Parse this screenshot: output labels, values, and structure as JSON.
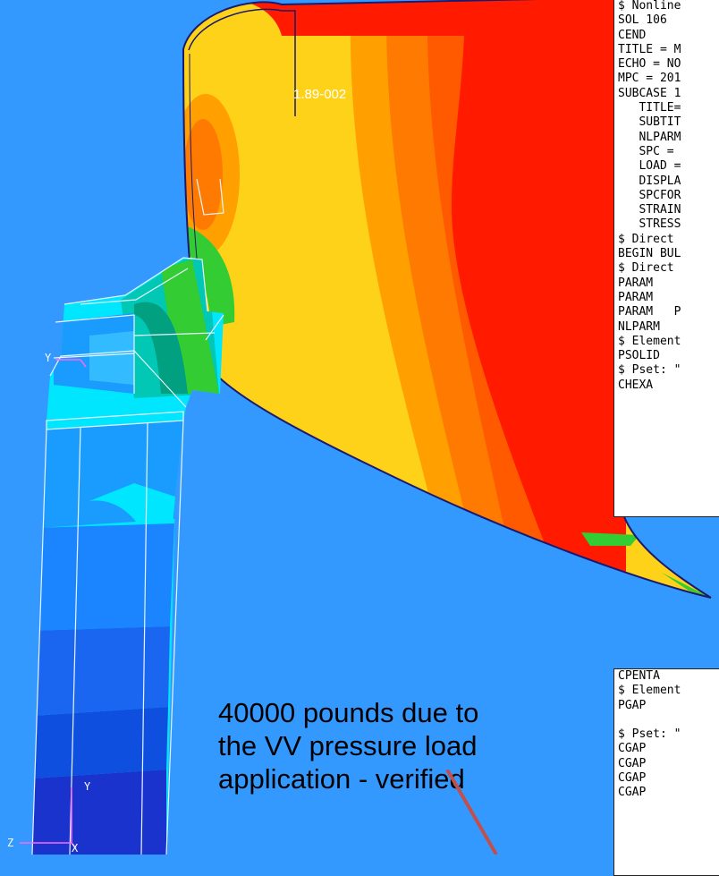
{
  "contour_label": "1.89-002",
  "annotation": {
    "lines": [
      "40000 pounds due to",
      "the VV pressure load",
      "application - verified"
    ]
  },
  "input_deck_top": {
    "lines": [
      "$ Nonline",
      "SOL 106",
      "CEND",
      "TITLE = M",
      "ECHO = NO",
      "MPC = 201",
      "SUBCASE 1",
      "   TITLE=",
      "   SUBTIT",
      "   NLPARM",
      "   SPC =",
      "   LOAD =",
      "   DISPLA",
      "   SPCFOR",
      "   STRAIN",
      "   STRESS",
      "$ Direct",
      "BEGIN BUL",
      "$ Direct",
      "PARAM",
      "PARAM",
      "PARAM   P",
      "NLPARM",
      "$ Element",
      "PSOLID",
      "$ Pset: \"",
      "CHEXA"
    ]
  },
  "input_deck_bottom": {
    "lines": [
      "CPENTA",
      "$ Element",
      "PGAP",
      "",
      "$ Pset: \"",
      "CGAP",
      "CGAP",
      "CGAP",
      "CGAP"
    ]
  },
  "axes": {
    "upper_triad": "Y",
    "lower_triad_y": "Y",
    "lower_triad_z": "Z",
    "lower_triad_x": "X"
  },
  "colors": {
    "background": "#3399ff",
    "contour_red": "#ff1a00",
    "contour_orange": "#ff7a00",
    "contour_yellow": "#ffd21a",
    "contour_green": "#33cc33",
    "contour_cyan": "#00e6ff",
    "contour_blue": "#0f5ee6",
    "contour_navy": "#1a33cc"
  }
}
